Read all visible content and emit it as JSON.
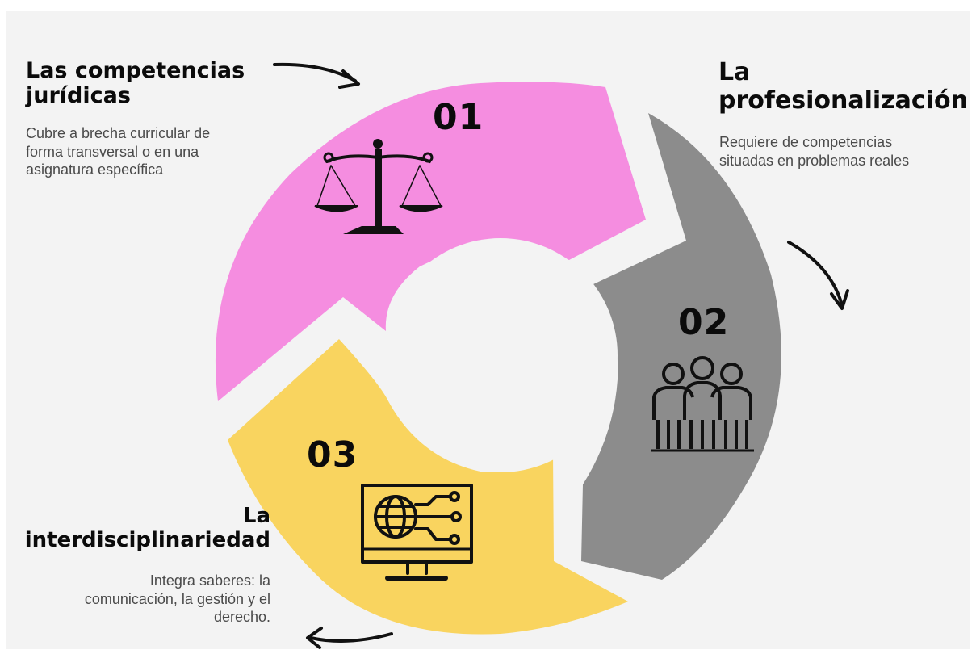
{
  "steps": [
    {
      "number": "01",
      "title_line1": "Las competencias",
      "title_line2": "jurídicas",
      "desc_line1": "Cubre a brecha curricular de",
      "desc_line2": "forma transversal o en una",
      "desc_line3": "asignatura específica",
      "color": "#f58de0",
      "icon": "scales-of-justice-icon"
    },
    {
      "number": "02",
      "title_line1": "La",
      "title_line2": "profesionalización",
      "desc_line1": "Requiere de competencias",
      "desc_line2": "situadas en problemas reales",
      "color": "#8c8c8c",
      "icon": "people-group-icon"
    },
    {
      "number": "03",
      "title_line1": "La",
      "title_line2": "interdisciplinariedad",
      "desc_line1": "Integra saberes: la",
      "desc_line2": "comunicación, la gestión y el",
      "desc_line3": "derecho.",
      "color": "#f9d45f",
      "icon": "computer-network-icon"
    }
  ],
  "arrow_icon": "curved-arrow-icon",
  "background_color": "#f3f3f3"
}
